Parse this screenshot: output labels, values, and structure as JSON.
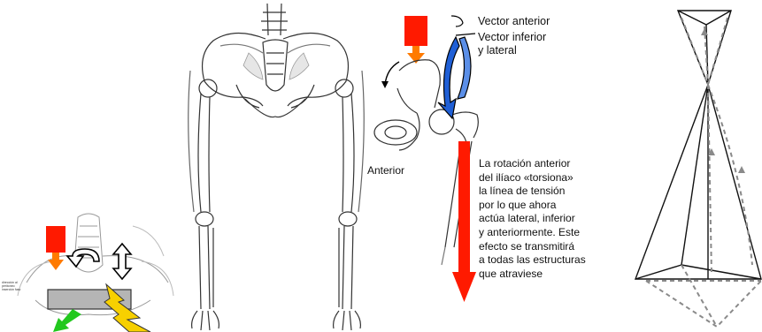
{
  "hip_panel": {
    "vector_anterior": "Vector anterior",
    "vector_inferior_line1": "Vector inferior",
    "vector_inferior_line2": "y lateral",
    "anterior_label": "Anterior",
    "paragraph_lines": [
      "La rotación anterior",
      "del ilíaco «torsiona»",
      "la línea de tensión",
      "por lo que ahora",
      "actúa lateral, inferior",
      "y anteriormente. Este",
      "efecto se transmitirá",
      "a todas las estructuras",
      "que atraviese"
    ]
  },
  "pelvis_panel": {
    "tiny_note_lines": [
      "dirección al",
      "peritoneo",
      "inserción fasc"
    ]
  },
  "colors": {
    "force_red": "#ff1a00",
    "arrow_orange": "#ff7a00",
    "rotation_blue": "#1f5fd6",
    "green_arrow": "#22c81e",
    "bolt_yellow": "#f7d000",
    "block_gray": "#b5b5b5",
    "dashed_gray": "#8a8a8a"
  }
}
